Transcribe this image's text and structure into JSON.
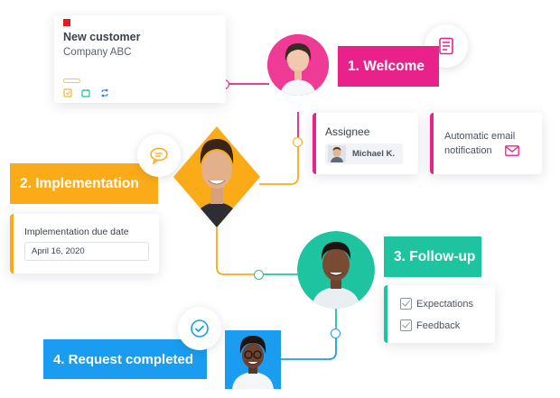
{
  "customer_card": {
    "title": "New customer",
    "company": "Company ABC"
  },
  "steps": {
    "welcome": {
      "label": "1. Welcome",
      "color": "#e8228a"
    },
    "implementation": {
      "label": "2. Implementation",
      "color": "#fbab18"
    },
    "followup": {
      "label": "3. Follow-up",
      "color": "#1ec3a0"
    },
    "completed": {
      "label": "4. Request completed",
      "color": "#1a9df0"
    }
  },
  "assignee_card": {
    "title": "Assignee",
    "name": "Michael K."
  },
  "email_card": {
    "line1": "Automatic email",
    "line2": "notification"
  },
  "due_card": {
    "title": "Implementation due date",
    "date": "April 16, 2020"
  },
  "followup_card": {
    "items": [
      "Expectations",
      "Feedback"
    ]
  },
  "icons": {
    "checklist": "checklist-icon",
    "chat": "chat-bubble-icon",
    "check": "check-circle-icon",
    "mail": "mail-icon"
  }
}
